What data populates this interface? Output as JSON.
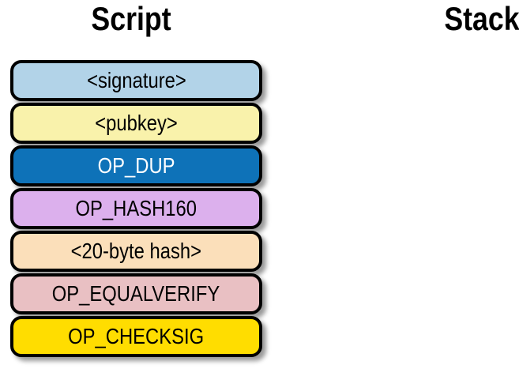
{
  "headers": {
    "script": "Script",
    "stack": "Stack"
  },
  "script_boxes": [
    {
      "label": "<signature>",
      "bg": "#b2d3e8",
      "text": "#000000"
    },
    {
      "label": "<pubkey>",
      "bg": "#f9f2ab",
      "text": "#000000"
    },
    {
      "label": "OP_DUP",
      "bg": "#0e72b8",
      "text": "#ffffff"
    },
    {
      "label": "OP_HASH160",
      "bg": "#dcb0ed",
      "text": "#000000"
    },
    {
      "label": "<20-byte hash>",
      "bg": "#fbdfba",
      "text": "#000000"
    },
    {
      "label": "OP_EQUALVERIFY",
      "bg": "#e9c0c3",
      "text": "#000000"
    },
    {
      "label": "OP_CHECKSIG",
      "bg": "#ffdd00",
      "text": "#000000"
    }
  ],
  "colors": {
    "background": "#ffffff",
    "border": "#000000",
    "shadow": "rgba(0,0,0,0.40)"
  }
}
